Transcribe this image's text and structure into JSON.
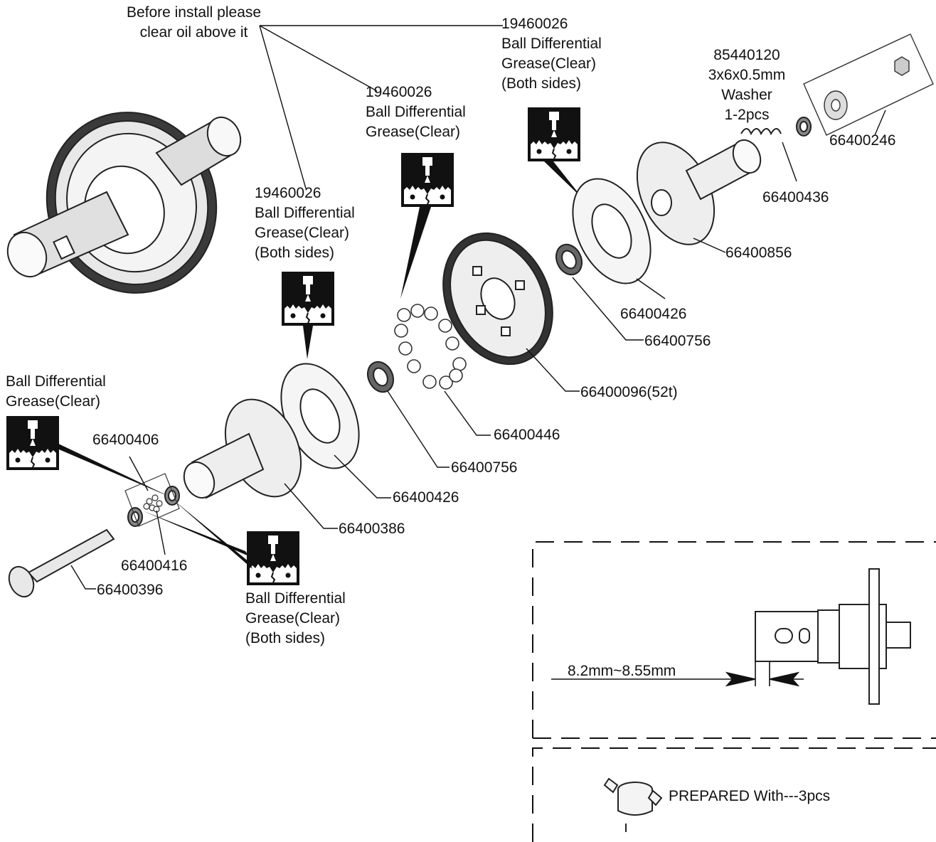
{
  "notes": {
    "before_install_line1": "Before install please",
    "before_install_line2": "clear oil above it"
  },
  "grease_top_right": {
    "part": "19460026",
    "line1": "Ball Differential",
    "line2": "Grease(Clear)",
    "line3": "(Both sides)"
  },
  "grease_center": {
    "part": "19460026",
    "line1": "Ball Differential",
    "line2": "Grease(Clear)"
  },
  "grease_left": {
    "part": "19460026",
    "line1": "Ball Differential",
    "line2": "Grease(Clear)",
    "line3": "(Both sides)"
  },
  "grease_far_left": {
    "line1": "Ball Differential",
    "line2": "Grease(Clear)"
  },
  "grease_bottom": {
    "line1": "Ball Differential",
    "line2": "Grease(Clear)",
    "line3": "(Both sides)"
  },
  "washer": {
    "part": "85440120",
    "size": "3x6x0.5mm",
    "name": "Washer",
    "qty": "1-2pcs"
  },
  "parts": {
    "p66400246": "66400246",
    "p66400436": "66400436",
    "p66400856": "66400856",
    "p66400426_top": "66400426",
    "p66400756_top": "66400756",
    "p66400096": "66400096(52t)",
    "p66400446": "66400446",
    "p66400756_mid": "66400756",
    "p66400426_mid": "66400426",
    "p66400386": "66400386",
    "p66400406": "66400406",
    "p66400416": "66400416",
    "p66400396": "66400396"
  },
  "detail": {
    "measurement": "8.2mm~8.55mm",
    "prepared": "PREPARED With---3pcs"
  },
  "icons": [
    "grease-applicator-icon"
  ]
}
